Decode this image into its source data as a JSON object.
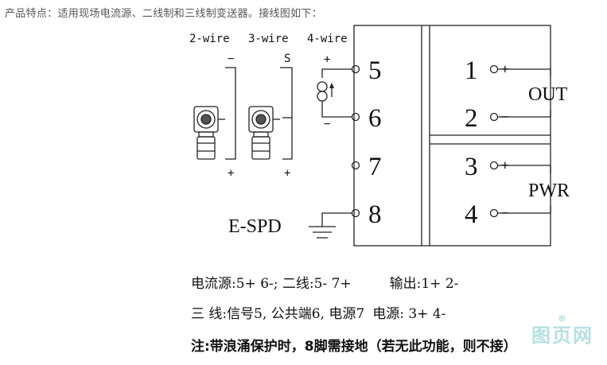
{
  "intro_text": "产品特点：适用现场电流源、二线制和三线制变送器。接线图如下：",
  "wire_labels": [
    "2-wire",
    "3-wire",
    "4-wire"
  ],
  "sign_minus": "−",
  "sign_plus": "+",
  "sign_s": "S",
  "terminals_left": [
    "5",
    "6",
    "7",
    "8"
  ],
  "terminals_right": [
    "1",
    "2",
    "3",
    "4"
  ],
  "out_label": "OUT",
  "pwr_label": "PWR",
  "espd_label": "E-SPD",
  "notes": {
    "line1_a": "电流源:5+ 6-; 二线:5- 7+",
    "line1_b": "输出:1+ 2-",
    "line2_a": "三   线:信号5, 公共端6, 电源7",
    "line2_b": "电源: 3+ 4-",
    "line3": "注:带浪涌保护时，8脚需接地（若无此功能，则不接）"
  },
  "watermark": "图页网",
  "watermark_mark": "®",
  "colors": {
    "line": "#222222",
    "text": "#111111",
    "watermark": "#78c8c8"
  }
}
